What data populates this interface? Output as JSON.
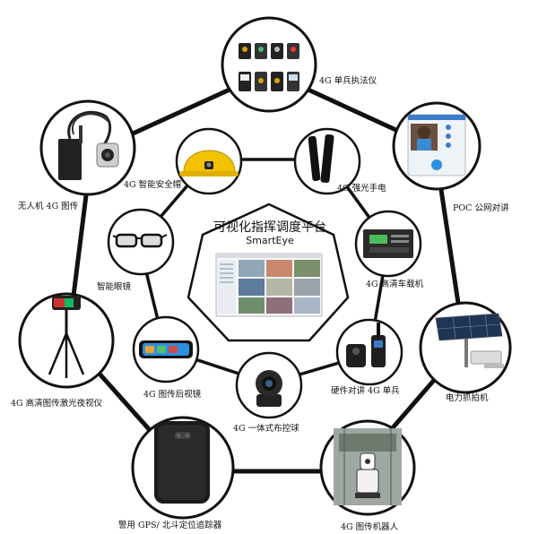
{
  "center": {
    "title": "可视化指挥调度平台",
    "subtitle": "SmartEye"
  },
  "outer_nodes": [
    {
      "id": "body-camera",
      "label": "4G 单兵执法仪",
      "icon": "body-camera-set"
    },
    {
      "id": "poc-intercom",
      "label": "POC 公网对讲",
      "icon": "poc-phone"
    },
    {
      "id": "power-capture",
      "label": "电力抓拍机",
      "icon": "solar-camera"
    },
    {
      "id": "robot",
      "label": "4G 图传机器人",
      "icon": "robot"
    },
    {
      "id": "gps-tracker",
      "label": "警用 GPS/ 北斗定位追踪器",
      "icon": "gps-tracker"
    },
    {
      "id": "night-vision",
      "label": "4G 高清图传激光夜视仪",
      "icon": "tripod-camera"
    },
    {
      "id": "drone",
      "label": "无人机 4G 图传",
      "icon": "drone-transmitter"
    }
  ],
  "inner_nodes": [
    {
      "id": "flashlight",
      "label": "4G 强光手电",
      "icon": "flashlight"
    },
    {
      "id": "vehicle-recorder",
      "label": "4G 高清车载机",
      "icon": "vehicle-dvr"
    },
    {
      "id": "hardware-intercom",
      "label": "硬件对讲 4G 单兵",
      "icon": "walkie-talkie"
    },
    {
      "id": "ptz-ball",
      "label": "4G 一体式布控球",
      "icon": "ptz-dome"
    },
    {
      "id": "rearview-mirror",
      "label": "4G 图传后视镜",
      "icon": "rearview-mirror"
    },
    {
      "id": "smart-glasses",
      "label": "智能眼镜",
      "icon": "smart-glasses"
    },
    {
      "id": "safety-helmet",
      "label": "4G 智能安全帽",
      "icon": "safety-helmet"
    }
  ],
  "colors": {
    "line": "#111111",
    "helmet": "#f2c200",
    "screen": "#3c7cc8"
  }
}
